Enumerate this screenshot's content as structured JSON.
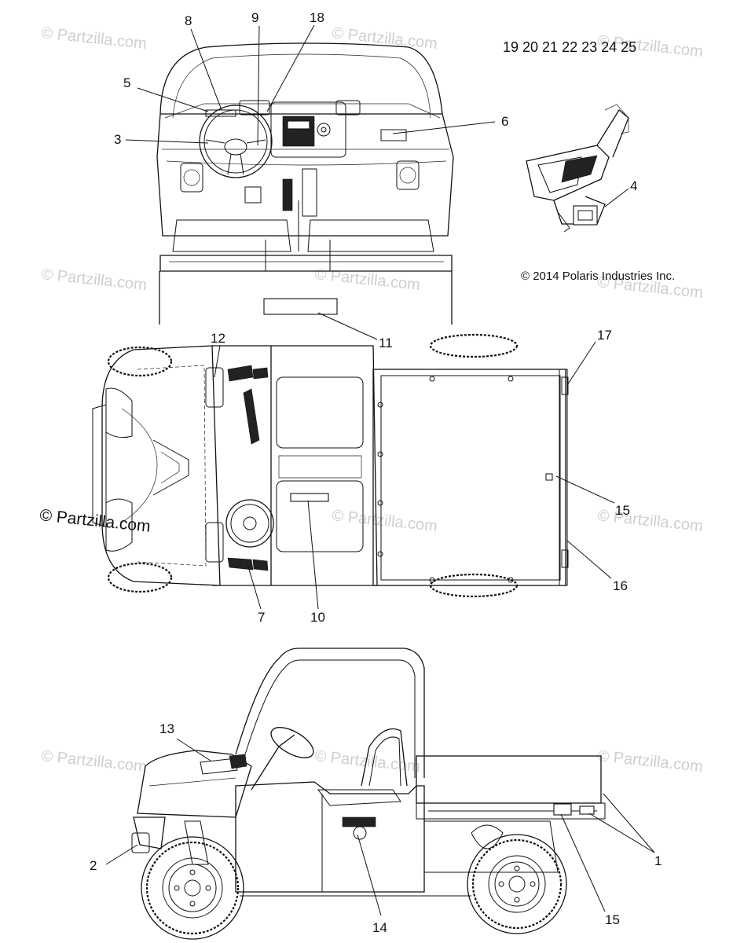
{
  "watermark": "© Partzilla.com",
  "copyright": "© 2014 Polaris Industries Inc.",
  "top_numbers": "19 20 21 22 23 24 25",
  "callouts": {
    "c1": "1",
    "c2": "2",
    "c3": "3",
    "c4": "4",
    "c5": "5",
    "c6": "6",
    "c7": "7",
    "c8": "8",
    "c9": "9",
    "c10": "10",
    "c11": "11",
    "c12": "12",
    "c13": "13",
    "c14": "14",
    "c15a": "15",
    "c15b": "15",
    "c16": "16",
    "c17": "17",
    "c18": "18"
  }
}
